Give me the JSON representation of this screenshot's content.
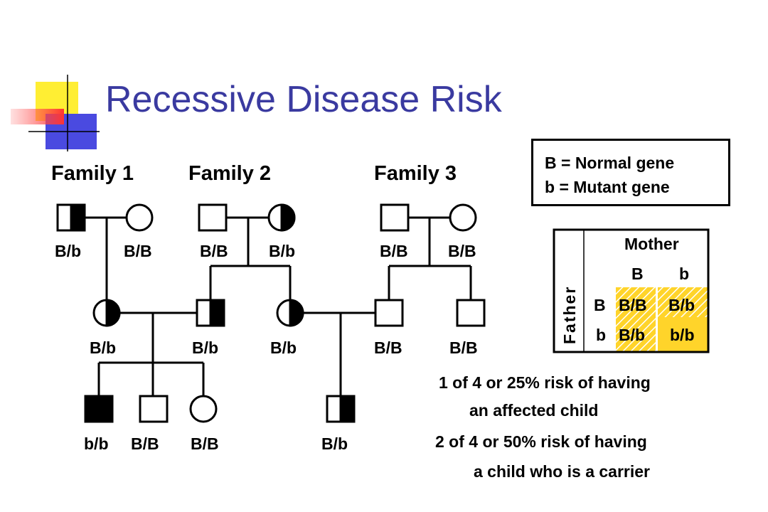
{
  "slide": {
    "title": "Recessive Disease Risk"
  },
  "families": {
    "family1": "Family 1",
    "family2": "Family 2",
    "family3": "Family 3"
  },
  "genotypes": {
    "f1_father": "B/b",
    "f1_mother": "B/B",
    "f2_father": "B/B",
    "f2_mother": "B/b",
    "f3_father": "B/B",
    "f3_mother": "B/B",
    "f1_daughter": "B/b",
    "f2_son": "B/b",
    "f2_daughter": "B/b",
    "f3_son_a": "B/B",
    "f3_son_b": "B/B",
    "gc1": "b/b",
    "gc2": "B/B",
    "gc3": "B/B",
    "gc4": "B/b"
  },
  "legend": {
    "line1": "B = Normal gene",
    "line2": "b = Mutant gene"
  },
  "punnett": {
    "mother_label": "Mother",
    "father_label": "Father",
    "col_alleles": [
      "B",
      "b"
    ],
    "row_alleles": [
      "B",
      "b"
    ],
    "cells": [
      [
        "B/B",
        "B/b"
      ],
      [
        "B/b",
        "b/b"
      ]
    ]
  },
  "risks": {
    "affected_line1": "1 of 4 or 25% risk of having",
    "affected_line2": "an affected child",
    "carrier_line1": "2 of 4 or 50% risk of having",
    "carrier_line2": "a child who is a carrier"
  },
  "colors": {
    "title": "#3a3aa0",
    "highlight": "#ffd42a"
  }
}
